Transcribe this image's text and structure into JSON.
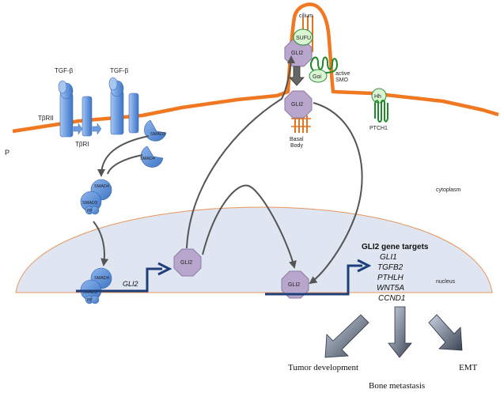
{
  "labels": {
    "cilium": "cilium",
    "sufu": "SUFU",
    "gli2": "GLI2",
    "galpha_i": "Gαi",
    "active": "active",
    "smo": "SMO",
    "basal": "Basal",
    "body": "Body",
    "hh": "Hh",
    "ptch1": "PTCH1",
    "tgfb_left": "TGF-β",
    "tgfb_right": "TGF-β",
    "tbrii": "TβRII",
    "tbri": "TβRI",
    "p": "P",
    "smad3": "SMAD3",
    "smad4": "SMAD4",
    "pp": "PP",
    "cytoplasm": "cytoplasm",
    "nucleus": "nucleus",
    "gli2_gene": "GLI2"
  },
  "gene_targets": {
    "title": "GLI2 gene targets",
    "genes": [
      "GLI1",
      "TGFB2",
      "PTHLH",
      "WNT5A",
      "CCND1"
    ]
  },
  "outcomes": {
    "tumor": "Tumor development",
    "bone": "Bone metastasis",
    "emt": "EMT"
  },
  "colors": {
    "membrane": "#f07820",
    "nucleus_fill": "#dfe6f1",
    "nucleus_stroke": "#e8955a",
    "gli2_fill": "#b9a6cc",
    "smad_fill": "#5b8fd6",
    "receptor": "#6d9de0",
    "green": "#1f8a2a",
    "green_fill": "#d9f5d2",
    "dna": "#1f3f7a",
    "arrow": "#555555"
  }
}
